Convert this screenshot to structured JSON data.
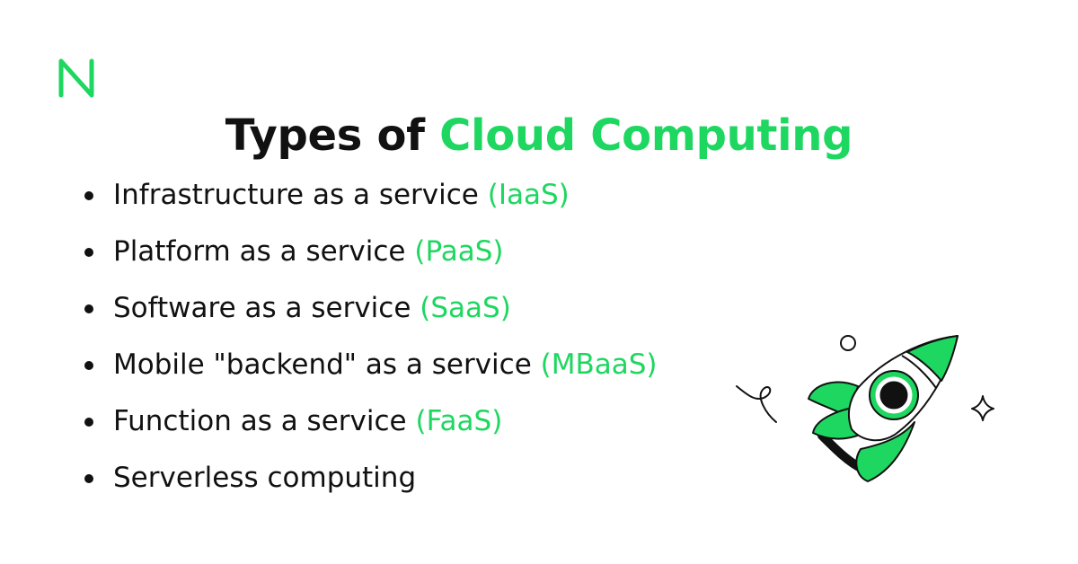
{
  "title": {
    "main": "Types of ",
    "accent": "Cloud Computing"
  },
  "items": [
    {
      "text": "Infrastructure as a service ",
      "accent": "(IaaS)"
    },
    {
      "text": "Platform as a service ",
      "accent": "(PaaS)"
    },
    {
      "text": "Software as a service ",
      "accent": "(SaaS)"
    },
    {
      "text": "Mobile \"backend\" as a service ",
      "accent": "(MBaaS)"
    },
    {
      "text": "Function as a service ",
      "accent": "(FaaS)"
    },
    {
      "text": "Serverless computing",
      "accent": ""
    }
  ],
  "colors": {
    "accent": "#1ed760",
    "text": "#111111",
    "background": "#ffffff"
  },
  "icons": {
    "logo": "n-logo-icon",
    "illustration": "rocket-icon"
  }
}
